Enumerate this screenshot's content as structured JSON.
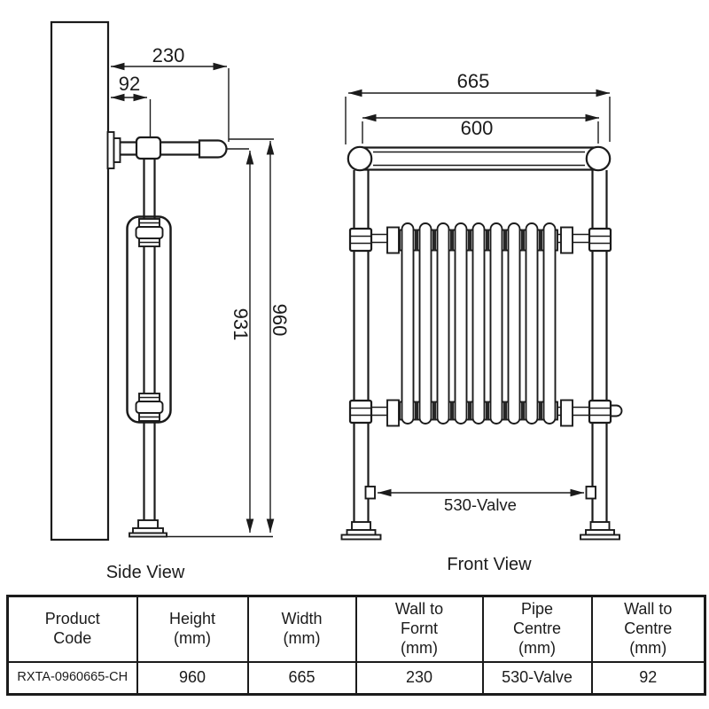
{
  "colors": {
    "line": "#1b1b1b",
    "background": "#ffffff"
  },
  "side_view": {
    "label": "Side View",
    "dims": {
      "wall_to_front": "230",
      "wall_to_centre": "92",
      "height_to_rail": "931",
      "overall_height": "960"
    }
  },
  "front_view": {
    "label": "Front View",
    "dims": {
      "overall_width": "665",
      "rail_centres": "600",
      "valve_centres": "530-Valve"
    }
  },
  "table": {
    "headers": [
      "Product\nCode",
      "Height\n(mm)",
      "Width\n(mm)",
      "Wall to\nFornt\n(mm)",
      "Pipe\nCentre\n(mm)",
      "Wall to\nCentre\n(mm)"
    ],
    "rows": [
      [
        "RXTA-0960665-CH",
        "960",
        "665",
        "230",
        "530-Valve",
        "92"
      ]
    ]
  }
}
